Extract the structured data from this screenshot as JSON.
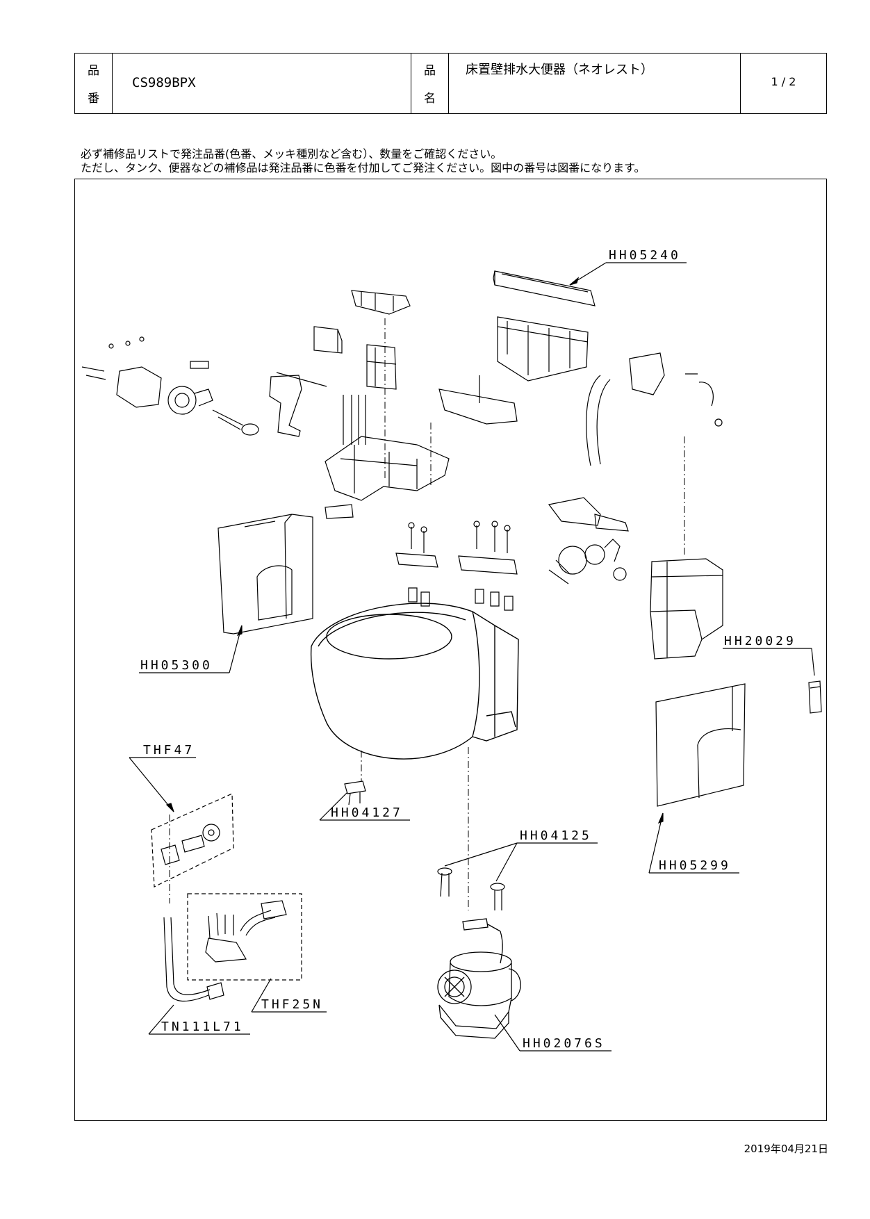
{
  "header": {
    "label_part_1": "品",
    "label_part_2": "番",
    "product_code": "CS989BPX",
    "label_name_1": "品",
    "label_name_2": "名",
    "product_name": "床置壁排水大便器（ネオレスト）",
    "page": "1 / 2"
  },
  "notes": [
    "必ず補修品リストで発注品番(色番、メッキ種別など含む）、数量をご確認ください。",
    "ただし、タンク、便器などの補修品は発注品番に色番を付加してご発注ください。図中の番号は図番になります。"
  ],
  "parts": {
    "hh05240": "HH05240",
    "hh05300": "HH05300",
    "hh20029": "HH20029",
    "thf47": "THF47",
    "hh04127": "HH04127",
    "hh04125": "HH04125",
    "hh05299": "HH05299",
    "thf25n": "THF25N",
    "tn111l71": "TN111L71",
    "hh02076s": "HH02076S"
  },
  "date": "2019年04月21日"
}
